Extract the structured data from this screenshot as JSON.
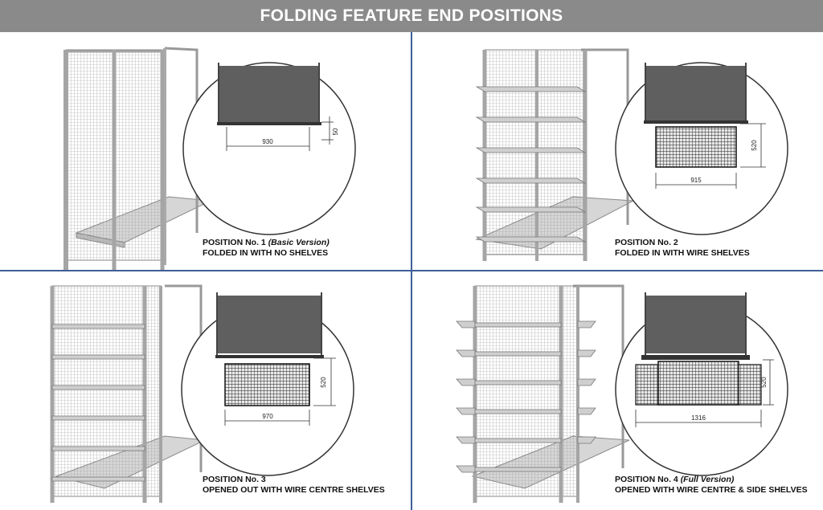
{
  "title": "FOLDING FEATURE END POSITIONS",
  "colors": {
    "header_bg": "#8a8a8a",
    "divider": "#3f5f98",
    "detail_fill": "#5f5f5f"
  },
  "positions": [
    {
      "label": "POSITION No. 1",
      "version": "(Basic Version)",
      "description": "FOLDED IN WITH NO SHELVES",
      "width_dim": "930",
      "height_dim": "50"
    },
    {
      "label": "POSITION No. 2",
      "version": "",
      "description": "FOLDED IN WITH WIRE SHELVES",
      "width_dim": "915",
      "height_dim": "520"
    },
    {
      "label": "POSITION No. 3",
      "version": "",
      "description": "OPENED OUT WITH WIRE CENTRE SHELVES",
      "width_dim": "970",
      "height_dim": "520"
    },
    {
      "label": "POSITION No. 4",
      "version": "(Full Version)",
      "description": "OPENED WITH WIRE CENTRE & SIDE SHELVES",
      "width_dim": "1316",
      "height_dim": "520"
    }
  ]
}
